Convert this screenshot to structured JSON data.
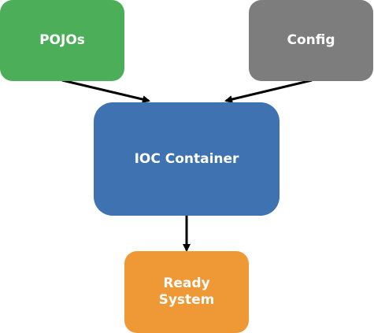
{
  "diagram": {
    "nodes": {
      "pojos": {
        "label": "POJOs",
        "color": "#4cae58"
      },
      "config": {
        "label": "Config",
        "color": "#7d7d7d"
      },
      "ioc": {
        "label": "IOC Container",
        "color": "#3f72b0"
      },
      "ready": {
        "label": "Ready\nSystem",
        "color": "#ef9836"
      }
    },
    "edges": [
      {
        "from": "pojos",
        "to": "ioc"
      },
      {
        "from": "config",
        "to": "ioc"
      },
      {
        "from": "ioc",
        "to": "ready"
      }
    ],
    "edge_color": "#000000"
  }
}
